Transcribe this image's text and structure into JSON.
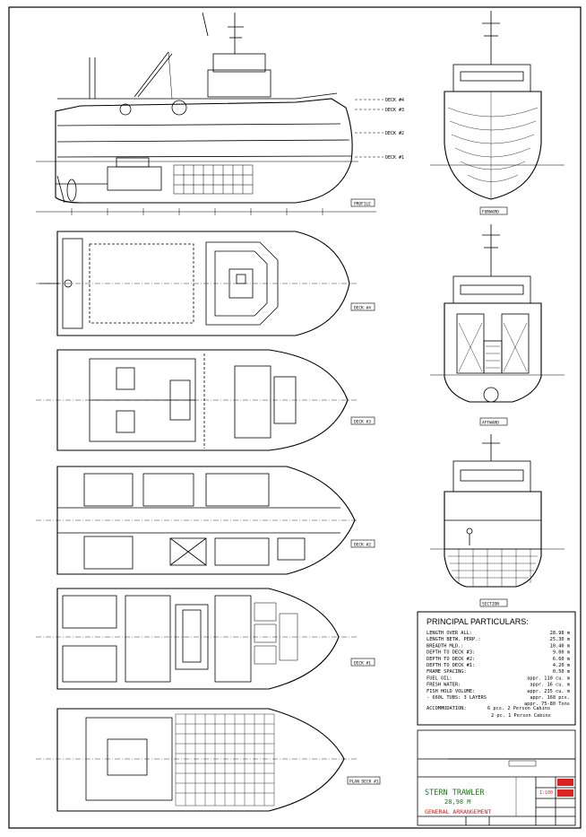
{
  "views": {
    "profile": "PROFILE",
    "forward": "FORWARD",
    "aftward": "AFTWARD",
    "section": "SECTION",
    "deck4": "DECK #4",
    "deck3": "DECK #3",
    "deck2": "DECK #2",
    "deck1": "DECK #1",
    "plan_deck1": "PLAN DECK #1"
  },
  "deck_levels": {
    "d4": "DECK #4",
    "d3": "DECK #3",
    "d2": "DECK #2",
    "d1": "DECK #1"
  },
  "particulars": {
    "title": "PRINCIPAL PARTICULARS:",
    "rows": [
      {
        "label": "LENGTH OVER ALL:",
        "value": "28.98 m"
      },
      {
        "label": "LENGTH BETW. PERP.:",
        "value": "25.30 m"
      },
      {
        "label": "BREADTH MLD.:",
        "value": "10.40 m"
      },
      {
        "label": "DEPTH TO DECK #3:",
        "value": "9.00 m"
      },
      {
        "label": "DEPTH TO DECK #2:",
        "value": "6.60 m"
      },
      {
        "label": "DEPTH TO DECK #1:",
        "value": "4.20 m"
      },
      {
        "label": "FRAME SPACING:",
        "value": "0.50 m"
      },
      {
        "label": "FUEL OIL:",
        "value": "appr. 110 cu. m"
      },
      {
        "label": "FRESH WATER:",
        "value": "appr.  16 cu. m"
      },
      {
        "label": "FISH HOLD VOLUME:",
        "value": "appr. 235 cu. m"
      },
      {
        "label": "- 660L TUBS:  3 LAYERS",
        "value": "appr. 168 pcs."
      },
      {
        "label": "",
        "value": "appr.  75-80 Tons"
      }
    ],
    "accommodation_label": "ACCOMMODATION:",
    "accommodation_1": "6 pcs. 2 Person Cabins",
    "accommodation_2": "2 pc. 1 Person Cabins"
  },
  "title_block": {
    "vessel": "STERN TRAWLER",
    "length": "28,98 M",
    "drawing": "GENERAL ARRANGEMENT",
    "scale": "1:100"
  }
}
